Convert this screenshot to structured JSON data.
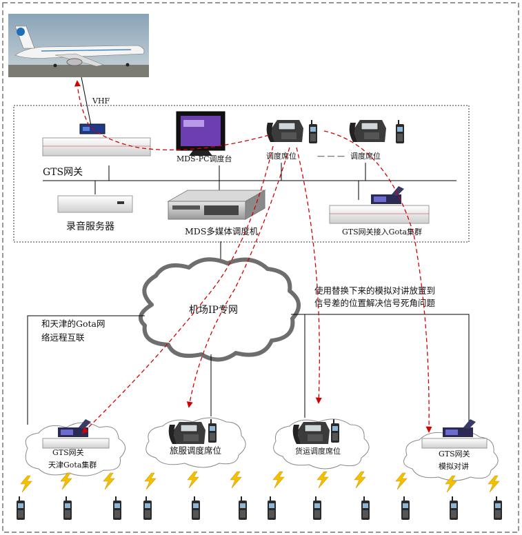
{
  "labels": {
    "vhf": "VHF",
    "gts_gateway_top": "GTS网关",
    "mds_pc_console": "MDS-PC调度台",
    "dispatch_seat_1": "调度席位",
    "dispatch_dash": "— — —",
    "dispatch_seat_2": "调度席位",
    "recording_server": "录音服务器",
    "mds_multimedia": "MDS多媒体调度机",
    "gts_gota_cluster": "GTS网关接入Gota集群",
    "airport_ip_network": "机场IP专网",
    "replacement_note_line1": "使用替换下来的模拟对讲放置到",
    "replacement_note_line2": "信号差的位置解决信号死角问题",
    "tianjin_note_line1": "和天津的Gota网",
    "tianjin_note_line2": "络远程互联",
    "site1_line1": "GTS网关",
    "site1_line2": "天津Gota集群",
    "site2_label": "旅服调度席位",
    "site3_label": "货运调度席位",
    "site4_line1": "GTS网关",
    "site4_line2": "模拟对讲"
  },
  "icons": [
    "airplane-icon",
    "gateway-device-icon",
    "vhf-radio-icon",
    "monitor-icon",
    "ip-phone-icon",
    "handheld-radio-icon",
    "server-icon",
    "rack-server-icon",
    "cloud-icon",
    "lightning-icon"
  ],
  "colors": {
    "link_line": "#000000",
    "radio_link": "#d40000",
    "cloud_fill": "#ffffff",
    "cloud_stroke": "#6e6e6e",
    "frame_dash": "#555555",
    "lightning": "#f2c200"
  }
}
